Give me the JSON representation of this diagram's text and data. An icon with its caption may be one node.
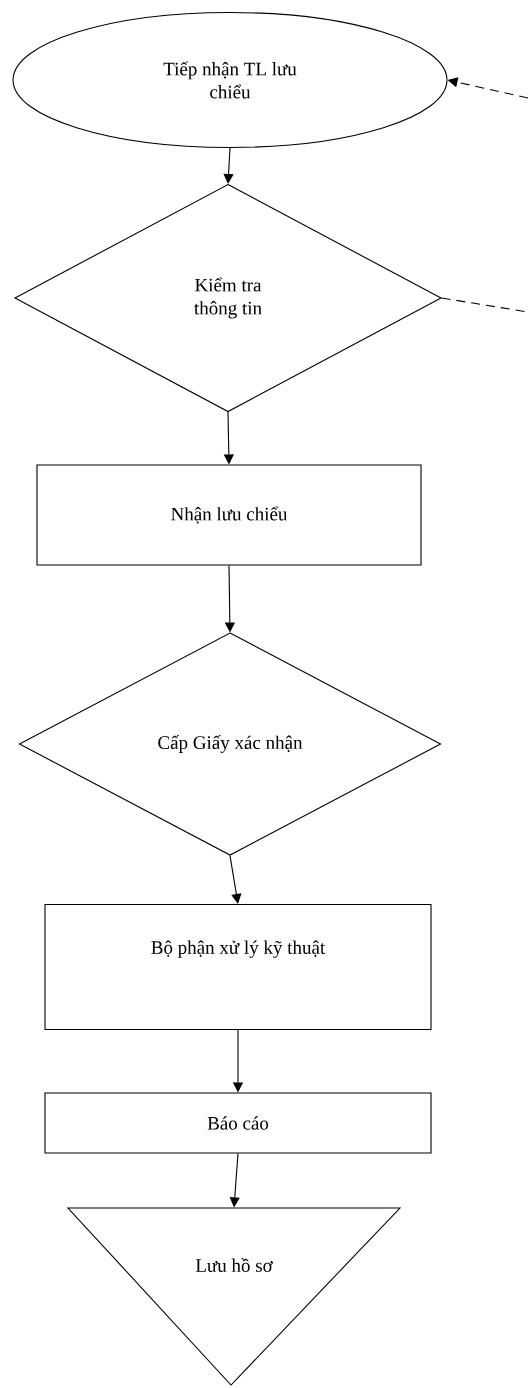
{
  "diagram": {
    "nodes": [
      {
        "text": [
          "Tiếp nhận TL lưu chiểu"
        ]
      },
      {
        "text": [
          "Kiểm tra thông tin"
        ]
      },
      {
        "text": [
          "Nhận lưu chiểu"
        ]
      },
      {
        "text": [
          "Cấp Giấy xác nhận"
        ]
      },
      {
        "text": [
          "Bộ phận xử lý kỹ thuật"
        ]
      },
      {
        "text": [
          "Báo cáo"
        ]
      },
      {
        "text": [
          "Lưu hồ sơ"
        ]
      }
    ],
    "edges": [
      {
        "from": 0,
        "to": 1,
        "arrow": "to"
      },
      {
        "from": 1,
        "to": 2,
        "arrow": "to"
      },
      {
        "from": 2,
        "to": 3,
        "arrow": "to"
      },
      {
        "from": 3,
        "to": 4,
        "arrow": "to"
      },
      {
        "from": 4,
        "to": 5,
        "arrow": "to"
      },
      {
        "from": 5,
        "to": 6,
        "arrow": "to"
      },
      {
        "from": null,
        "to": 0,
        "arrow": "to",
        "style": "dashed"
      },
      {
        "from": 1,
        "to": null,
        "arrow": "none",
        "style": "dashed"
      }
    ]
  }
}
